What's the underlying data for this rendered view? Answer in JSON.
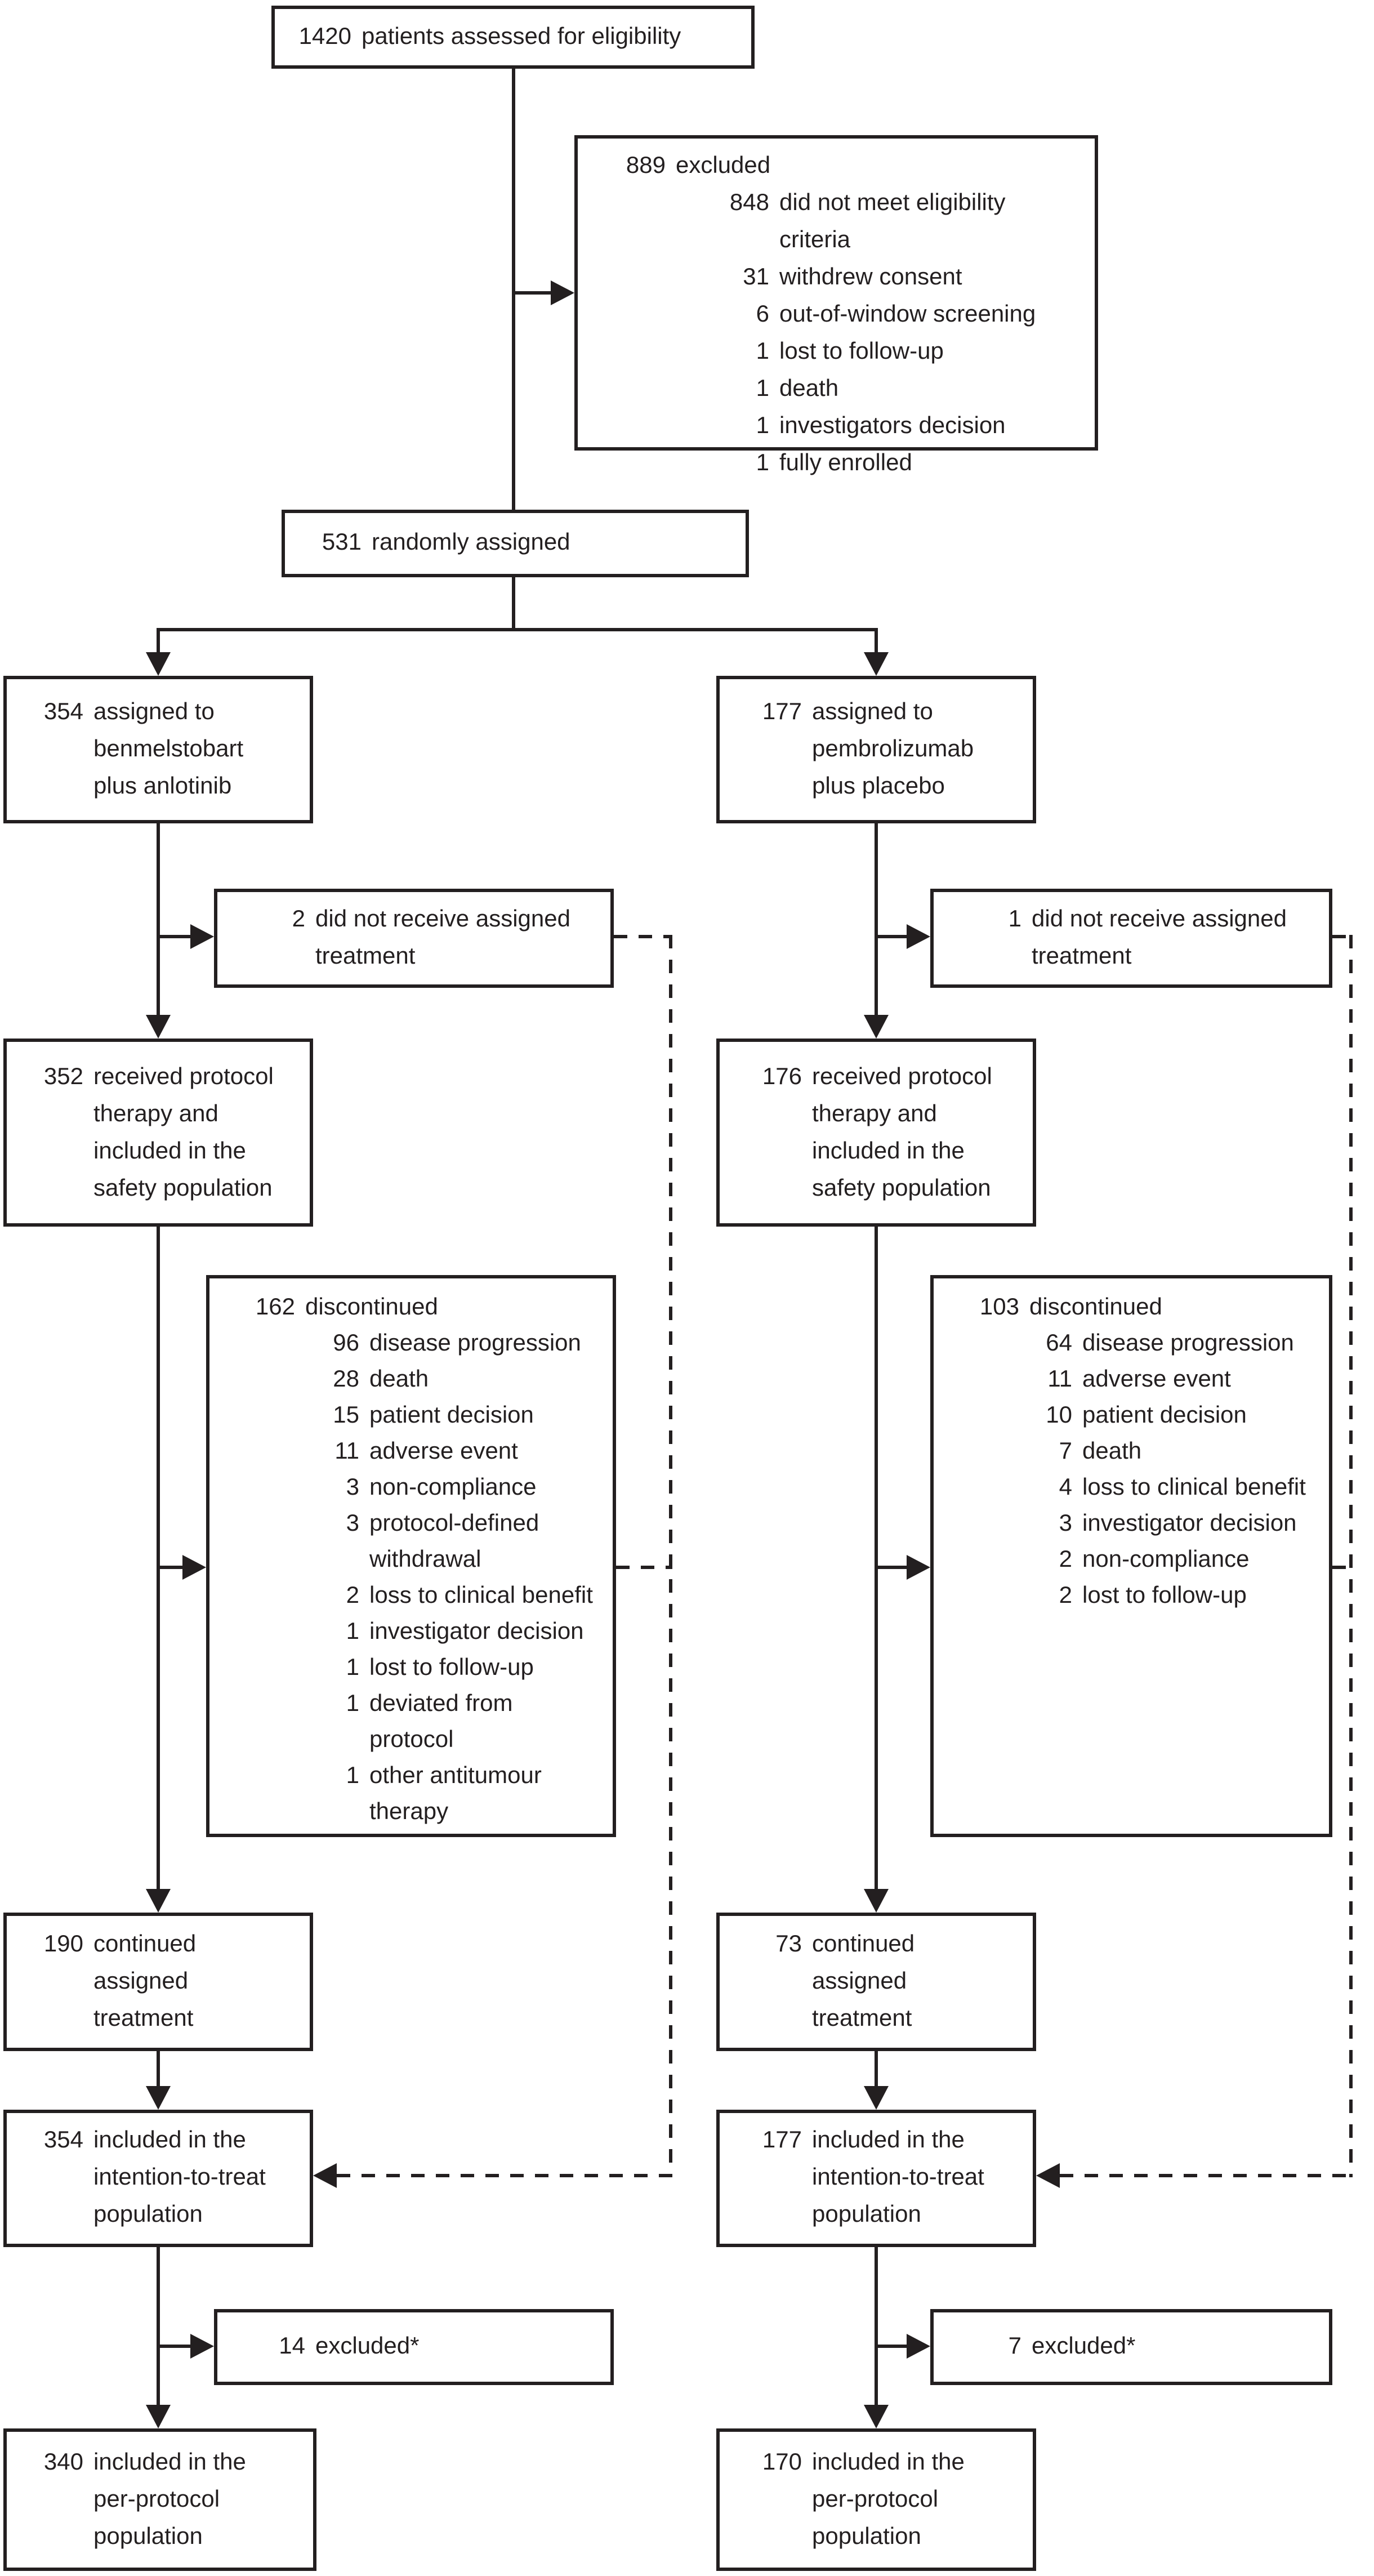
{
  "colors": {
    "ink": "#231f20",
    "background": "#ffffff"
  },
  "flowchart": {
    "eligibility": {
      "num": "1420",
      "label": "patients assessed for eligibility"
    },
    "excluded": {
      "header": {
        "num": "889",
        "label": "excluded"
      },
      "items": [
        {
          "num": "848",
          "label": "did not meet eligibility criteria"
        },
        {
          "num": "31",
          "label": "withdrew consent"
        },
        {
          "num": "6",
          "label": "out-of-window screening"
        },
        {
          "num": "1",
          "label": "lost to follow-up"
        },
        {
          "num": "1",
          "label": "death"
        },
        {
          "num": "1",
          "label": "investigators decision"
        },
        {
          "num": "1",
          "label": "fully enrolled"
        }
      ]
    },
    "randomised": {
      "num": "531",
      "label": "randomly assigned"
    },
    "left_arm": {
      "assigned": {
        "num": "354",
        "label": "assigned to\nbenmelstobart\nplus anlotinib"
      },
      "not_received": {
        "num": "2",
        "label": "did not receive assigned\ntreatment"
      },
      "safety": {
        "num": "352",
        "label": "received protocol\ntherapy and\nincluded in the\nsafety population"
      },
      "discontinued": {
        "header": {
          "num": "162",
          "label": "discontinued"
        },
        "items": [
          {
            "num": "96",
            "label": "disease progression"
          },
          {
            "num": "28",
            "label": "death"
          },
          {
            "num": "15",
            "label": "patient decision"
          },
          {
            "num": "11",
            "label": "adverse event"
          },
          {
            "num": "3",
            "label": "non-compliance"
          },
          {
            "num": "3",
            "label": "protocol-defined\nwithdrawal"
          },
          {
            "num": "2",
            "label": "loss to clinical benefit"
          },
          {
            "num": "1",
            "label": "investigator decision"
          },
          {
            "num": "1",
            "label": "lost to follow-up"
          },
          {
            "num": "1",
            "label": "deviated from\nprotocol"
          },
          {
            "num": "1",
            "label": "other antitumour\ntherapy"
          }
        ]
      },
      "continued": {
        "num": "190",
        "label": "continued\nassigned\ntreatment"
      },
      "itt": {
        "num": "354",
        "label": "included in the\nintention-to-treat\npopulation"
      },
      "excluded_star": {
        "num": "14",
        "label": "excluded*"
      },
      "per_protocol": {
        "num": "340",
        "label": "included in the\nper-protocol\npopulation"
      }
    },
    "right_arm": {
      "assigned": {
        "num": "177",
        "label": "assigned to\npembrolizumab\nplus placebo"
      },
      "not_received": {
        "num": "1",
        "label": "did not receive assigned\ntreatment"
      },
      "safety": {
        "num": "176",
        "label": "received protocol\ntherapy and\nincluded in the\nsafety population"
      },
      "discontinued": {
        "header": {
          "num": "103",
          "label": "discontinued"
        },
        "items": [
          {
            "num": "64",
            "label": "disease progression"
          },
          {
            "num": "11",
            "label": "adverse event"
          },
          {
            "num": "10",
            "label": "patient decision"
          },
          {
            "num": "7",
            "label": "death"
          },
          {
            "num": "4",
            "label": "loss to clinical benefit"
          },
          {
            "num": "3",
            "label": "investigator decision"
          },
          {
            "num": "2",
            "label": "non-compliance"
          },
          {
            "num": "2",
            "label": "lost to follow-up"
          }
        ]
      },
      "continued": {
        "num": "73",
        "label": "continued\nassigned\ntreatment"
      },
      "itt": {
        "num": "177",
        "label": "included in the\nintention-to-treat\npopulation"
      },
      "excluded_star": {
        "num": "7",
        "label": "excluded*"
      },
      "per_protocol": {
        "num": "170",
        "label": "included in the\nper-protocol\npopulation"
      }
    }
  }
}
